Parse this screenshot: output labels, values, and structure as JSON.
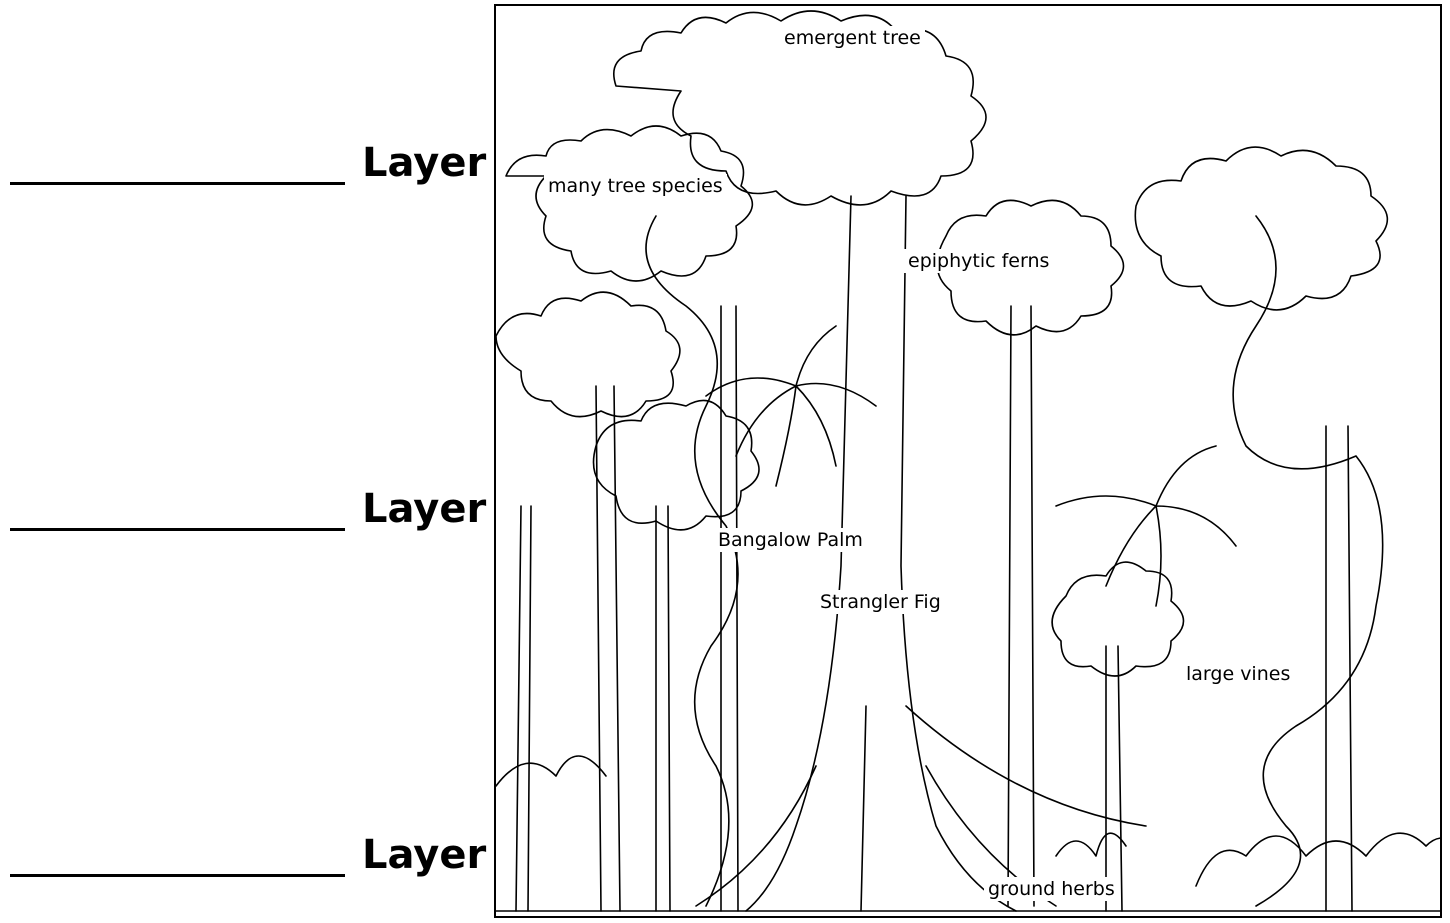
{
  "worksheet": {
    "rows": [
      {
        "word": "Layer"
      },
      {
        "word": "Layer"
      },
      {
        "word": "Layer"
      }
    ]
  },
  "illustration": {
    "labels": {
      "emergent_tree": "emergent tree",
      "many_tree_species": "many tree species",
      "epiphytic_ferns": "epiphytic ferns",
      "bangalow_palm": "Bangalow Palm",
      "strangler_fig": "Strangler Fig",
      "large_vines": "large vines",
      "ground_herbs": "ground herbs"
    }
  }
}
